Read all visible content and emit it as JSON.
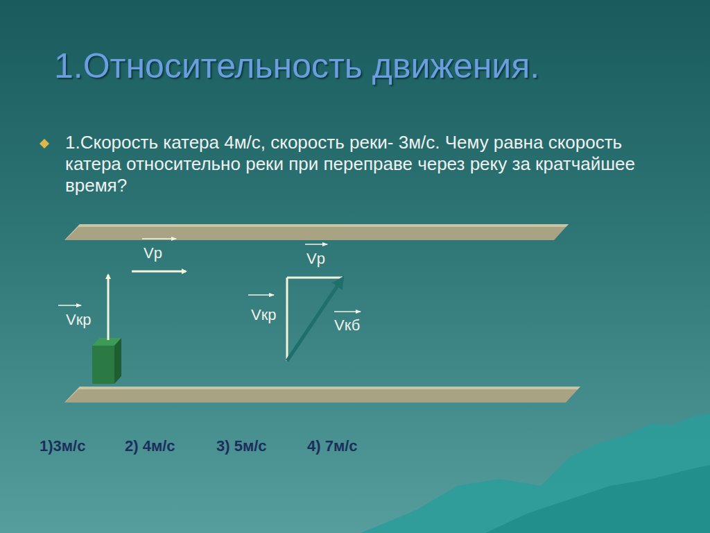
{
  "diagram": {
    "title": "1.Относительность движения.",
    "labels": [
      "1.Скорость катера  4м/с, скорость реки- 3м/с. Чему равна скорость катера относительно реки при переправе через реку за кратчайшее время?",
      "Vр",
      "Vкр",
      "Vр",
      "Vкр",
      "Vкб",
      "1)3м/с",
      "2) 4м/с",
      "3) 5м/с",
      "4) 7м/с"
    ]
  }
}
